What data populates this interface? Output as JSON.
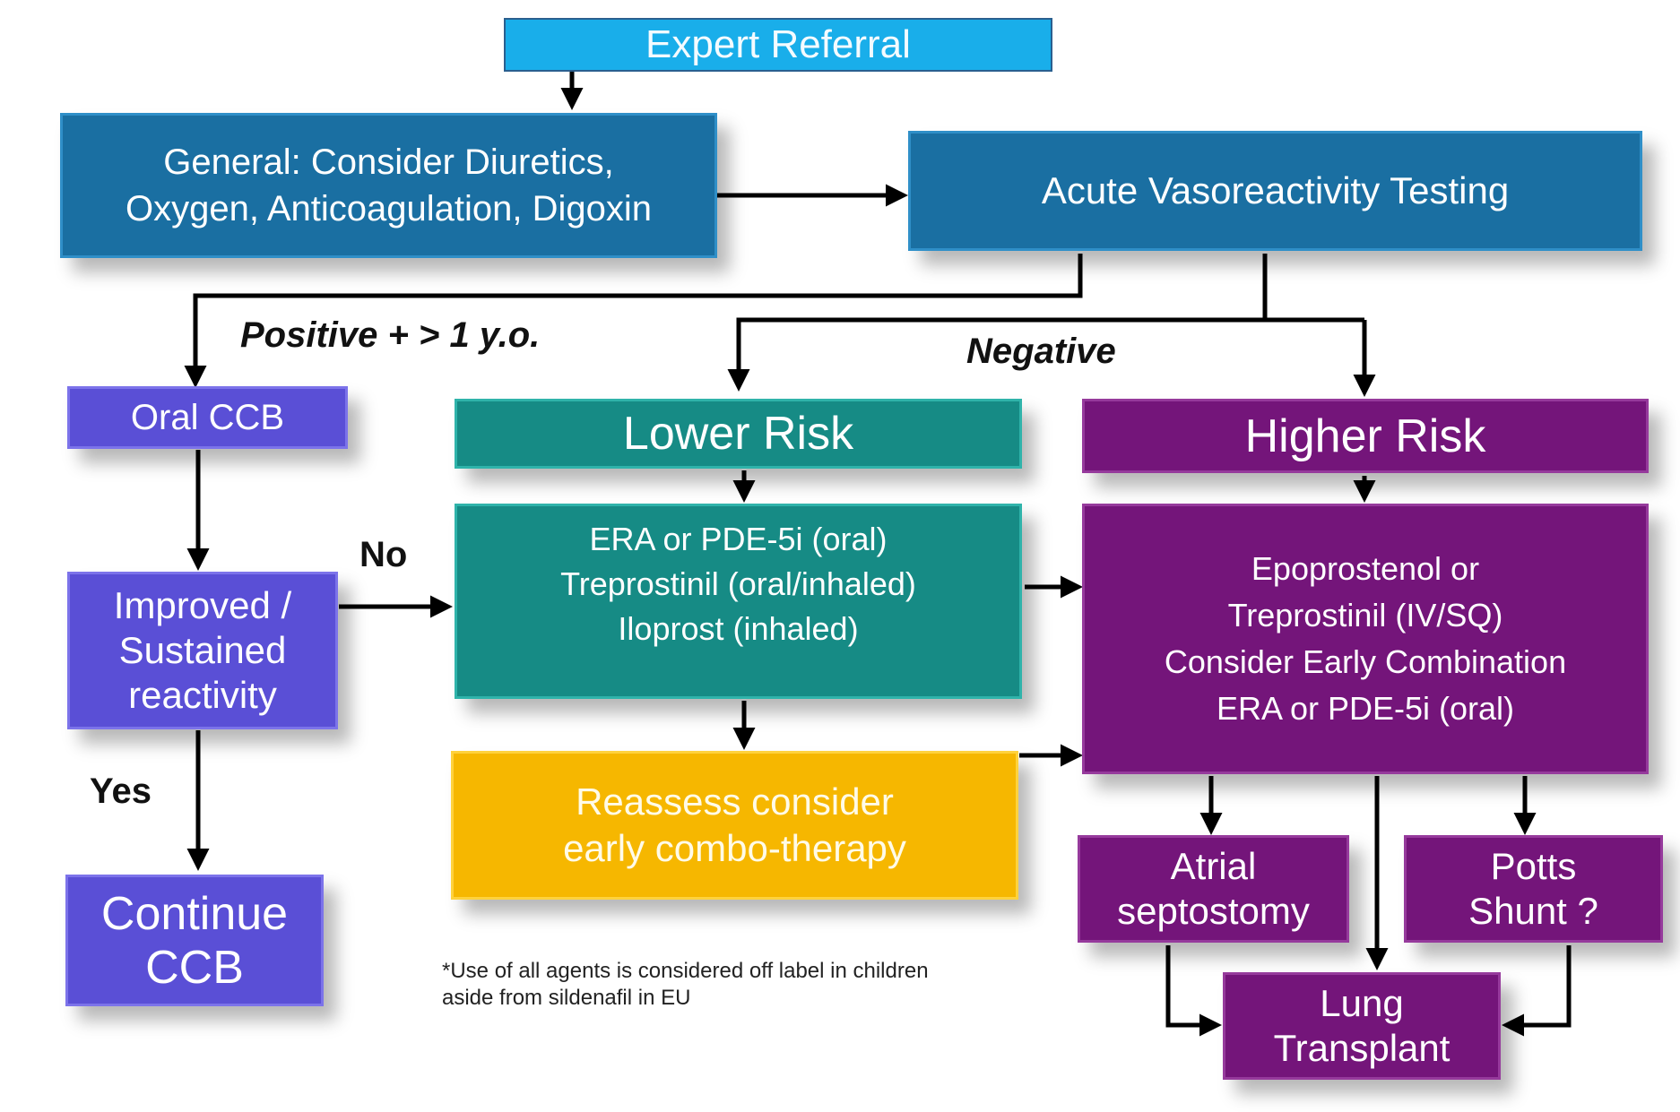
{
  "nodes": {
    "expert_referral": "Expert Referral",
    "general": [
      "General: Consider Diuretics,",
      "Oxygen, Anticoagulation, Digoxin"
    ],
    "vasoreactivity": "Acute Vasoreactivity Testing",
    "oral_ccb": "Oral CCB",
    "improved": [
      "Improved /",
      "Sustained",
      "reactivity"
    ],
    "continue_ccb": [
      "Continue",
      "CCB"
    ],
    "lower_risk": "Lower Risk",
    "lower_therapy": [
      "ERA or PDE-5i (oral)",
      "Treprostinil (oral/inhaled)",
      "Iloprost (inhaled)"
    ],
    "reassess": [
      "Reassess consider",
      "early combo-therapy"
    ],
    "higher_risk": "Higher Risk",
    "higher_therapy": [
      "Epoprostenol  or",
      "Treprostinil (IV/SQ)",
      "Consider Early Combination",
      "ERA or PDE-5i (oral)"
    ],
    "atrial_septostomy": [
      "Atrial",
      "septostomy"
    ],
    "potts_shunt": [
      "Potts",
      "Shunt ?"
    ],
    "lung_transplant": [
      "Lung",
      "Transplant"
    ]
  },
  "edge_labels": {
    "positive": "Positive + > 1 y.o.",
    "negative": "Negative",
    "no": "No",
    "yes": "Yes"
  },
  "footnote": [
    "*Use of all agents is considered off label in children",
    "aside from sildenafil in EU"
  ],
  "colors": {
    "referral": "#19aeea",
    "general": "#1a6fa2",
    "ccb_path": "#5a4fd6",
    "lower_risk": "#168b85",
    "higher_risk": "#74157a",
    "reassess": "#f6b700",
    "arrow": "#000000"
  }
}
